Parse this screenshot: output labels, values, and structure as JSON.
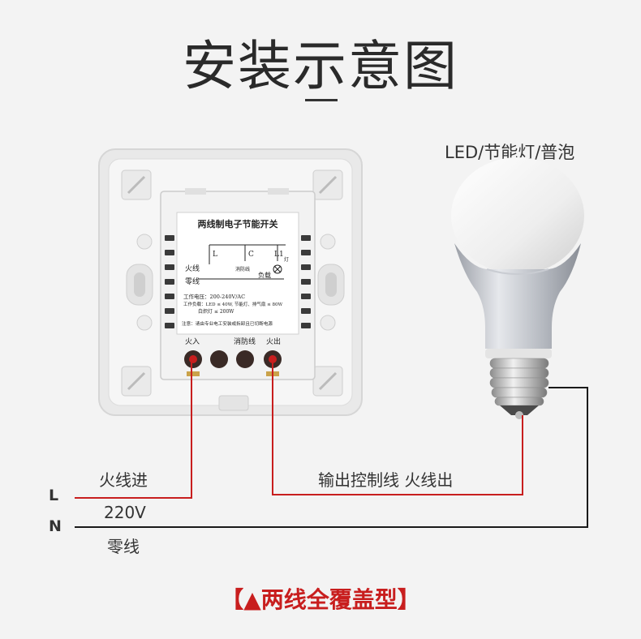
{
  "header": {
    "title": "安装示意图"
  },
  "bulb": {
    "label": "LED/节能灯/普泡"
  },
  "switch": {
    "product_name": "两线制电子节能开关",
    "terminal_L": "L",
    "terminal_C": "C",
    "terminal_L1": "L1",
    "fire_label": "火线",
    "zero_label": "零线",
    "fireproof_small": "消防线",
    "load_label": "负载",
    "lamp_small": "灯",
    "spec_voltage": "工作电压：200-240V/AC",
    "spec_load": "工作负载：LED ≤ 40W, 节能灯、排气扇 ≤ 80W",
    "spec_incandescent": "白炽灯 ≤ 200W",
    "note": "注意：请由专业电工安装或拆卸且已切断电源",
    "port_in": "火入",
    "port_fire_line": "消防线",
    "port_out": "火出"
  },
  "wiring": {
    "live_in": "火线进",
    "voltage": "220V",
    "neutral": "零线",
    "output": "输出控制线 火线出",
    "L": "L",
    "N": "N"
  },
  "colors": {
    "live": "#c81e1e",
    "neutral": "#1a1a1a",
    "accent": "#c81e1e"
  },
  "footer": {
    "variant": "【▲两线全覆盖型】"
  }
}
